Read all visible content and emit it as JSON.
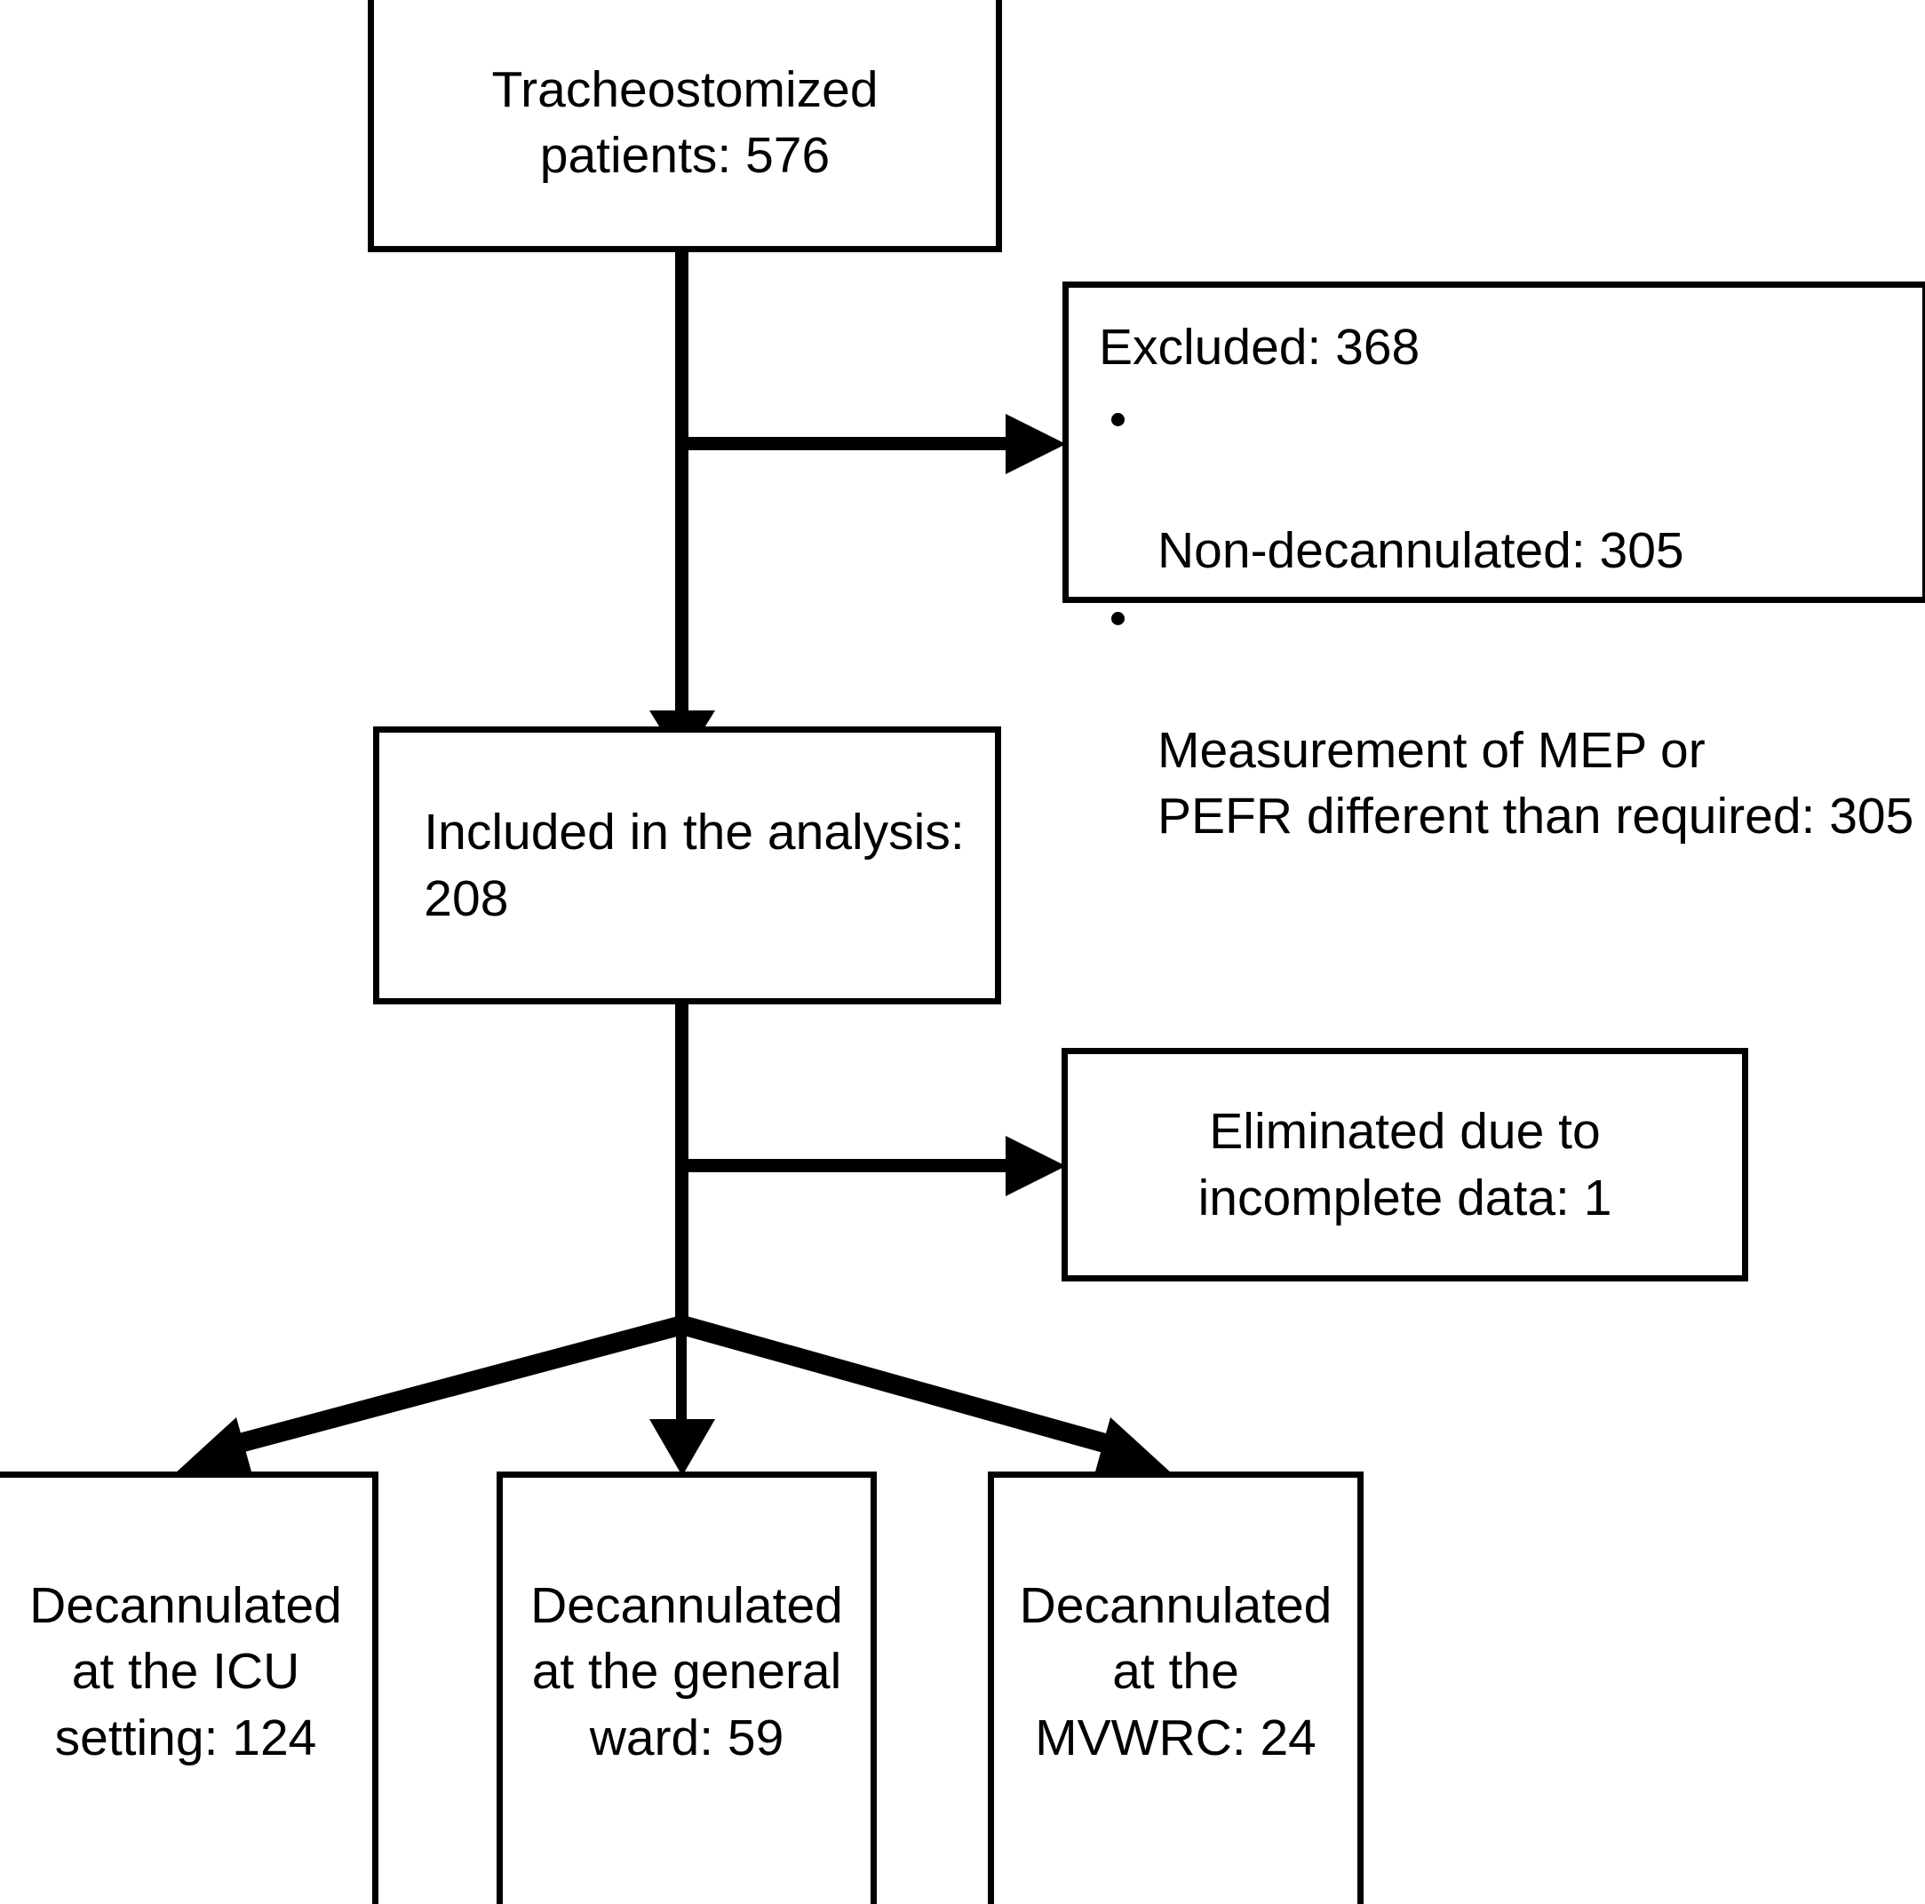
{
  "diagram": {
    "type": "flowchart",
    "title": "Patient selection flow diagram",
    "orientation": "top-down",
    "accent_color": "#000000",
    "background_color": "#ffffff",
    "nodes": {
      "tracheostomized": {
        "label": "Tracheostomized\npatients: 576",
        "count": 576
      },
      "excluded": {
        "title": "Excluded: 368",
        "count": 368,
        "items": [
          "Non-decannulated: 305",
          "Measurement of MEP or\n PEFR different than required: 305"
        ]
      },
      "included": {
        "label": "Included in the analysis:\n208",
        "count": 208
      },
      "eliminated": {
        "label": "Eliminated due to\nincomplete data: 1",
        "count": 1
      },
      "icu": {
        "label": "Decannulated\nat the ICU\nsetting: 124",
        "count": 124
      },
      "ward": {
        "label": "Decannulated\nat the general\nward: 59",
        "count": 59
      },
      "mvwrc": {
        "label": "Decannulated\nat the\nMVWRC: 24",
        "count": 24
      }
    },
    "edges": [
      {
        "from": "tracheostomized",
        "to": "excluded",
        "style": "orthogonal-right"
      },
      {
        "from": "tracheostomized",
        "to": "included",
        "style": "vertical"
      },
      {
        "from": "included",
        "to": "eliminated",
        "style": "orthogonal-right"
      },
      {
        "from": "included",
        "to": "icu",
        "style": "diagonal-left"
      },
      {
        "from": "included",
        "to": "ward",
        "style": "vertical"
      },
      {
        "from": "included",
        "to": "mvwrc",
        "style": "diagonal-right"
      }
    ]
  }
}
